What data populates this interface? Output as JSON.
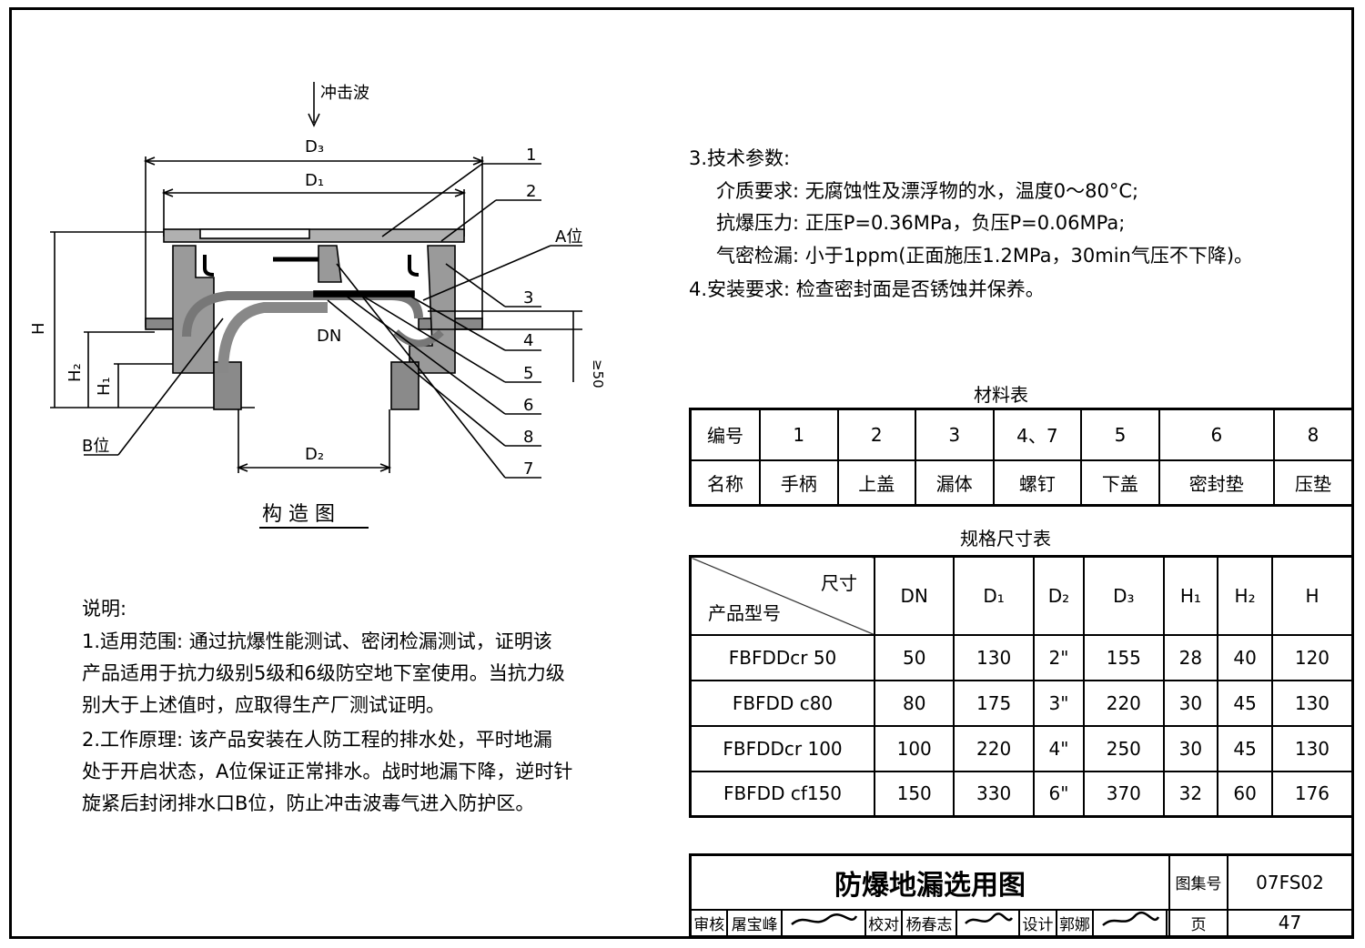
{
  "drawing": {
    "shock_label": "冲击波",
    "dims": {
      "d3": "D₃",
      "d1": "D₁",
      "dn": "DN",
      "d2": "D₂",
      "h": "H",
      "h1": "H₁",
      "h2": "H₂",
      "min50": "≥50"
    },
    "callouts": [
      "1",
      "2",
      "A位",
      "3",
      "4",
      "5",
      "6",
      "8",
      "7",
      "B位"
    ],
    "title": "构 造 图"
  },
  "notes": {
    "heading": "说明:",
    "lines": [
      "1.适用范围: 通过抗爆性能测试、密闭检漏测试，证明该",
      "产品适用于抗力级别5级和6级防空地下室使用。当抗力级",
      "别大于上述值时，应取得生产厂测试证明。",
      "2.工作原理: 该产品安装在人防工程的排水处，平时地漏",
      "处于开启状态，A位保证正常排水。战时地漏下降，逆时针",
      "旋紧后封闭排水口B位，防止冲击波毒气进入防护区。"
    ]
  },
  "tech": {
    "lines": [
      "3.技术参数:",
      "介质要求: 无腐蚀性及漂浮物的水，温度0～80°C;",
      "抗爆压力: 正压P=0.36MPa，负压P=0.06MPa;",
      "气密检漏: 小于1ppm(正面施压1.2MPa，30min气压不下降)。",
      "4.安装要求: 检查密封面是否锈蚀并保养。"
    ]
  },
  "materials": {
    "title": "材料表",
    "row_header_no": "编号",
    "row_header_name": "名称",
    "numbers": [
      "1",
      "2",
      "3",
      "4、7",
      "5",
      "6",
      "8"
    ],
    "names": [
      "手柄",
      "上盖",
      "漏体",
      "螺钉",
      "下盖",
      "密封垫",
      "压垫"
    ]
  },
  "specs": {
    "title": "规格尺寸表",
    "corner_top": "尺寸",
    "corner_bottom": "产品型号",
    "headers": [
      "DN",
      "D₁",
      "D₂",
      "D₃",
      "H₁",
      "H₂",
      "H"
    ],
    "rows": [
      [
        "FBFDDcr 50",
        "50",
        "130",
        "2\"",
        "155",
        "28",
        "40",
        "120"
      ],
      [
        "FBFDD  c80",
        "80",
        "175",
        "3\"",
        "220",
        "30",
        "45",
        "130"
      ],
      [
        "FBFDDcr 100",
        "100",
        "220",
        "4\"",
        "250",
        "30",
        "45",
        "130"
      ],
      [
        "FBFDD  cf150",
        "150",
        "330",
        "6\"",
        "370",
        "32",
        "60",
        "176"
      ]
    ]
  },
  "titleblock": {
    "title": "防爆地漏选用图",
    "atlas_label": "图集号",
    "atlas_no": "07FS02",
    "review_label": "审核",
    "review_name": "屠宝峰",
    "check_label": "校对",
    "check_name": "杨春志",
    "design_label": "设计",
    "design_name": "郭娜",
    "page_label": "页",
    "page_no": "47"
  }
}
